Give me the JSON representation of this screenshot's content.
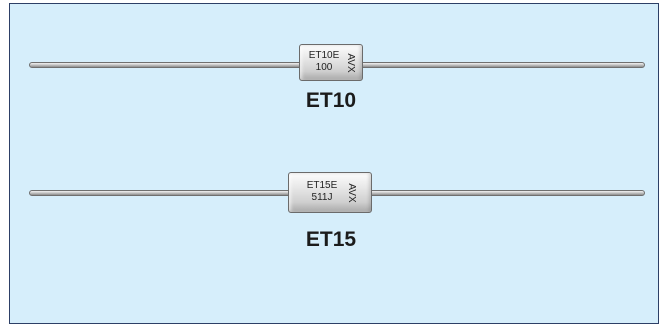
{
  "components": [
    {
      "marking_line1": "ET10E",
      "marking_line2": "100",
      "brand": "AVX",
      "label": "ET10"
    },
    {
      "marking_line1": "ET15E",
      "marking_line2": "511J",
      "brand": "AVX",
      "label": "ET15"
    }
  ],
  "colors": {
    "background": "#d6eefb",
    "border": "#2d3f66",
    "lead": "#b5b5b5",
    "body": "#dcdcdc"
  }
}
